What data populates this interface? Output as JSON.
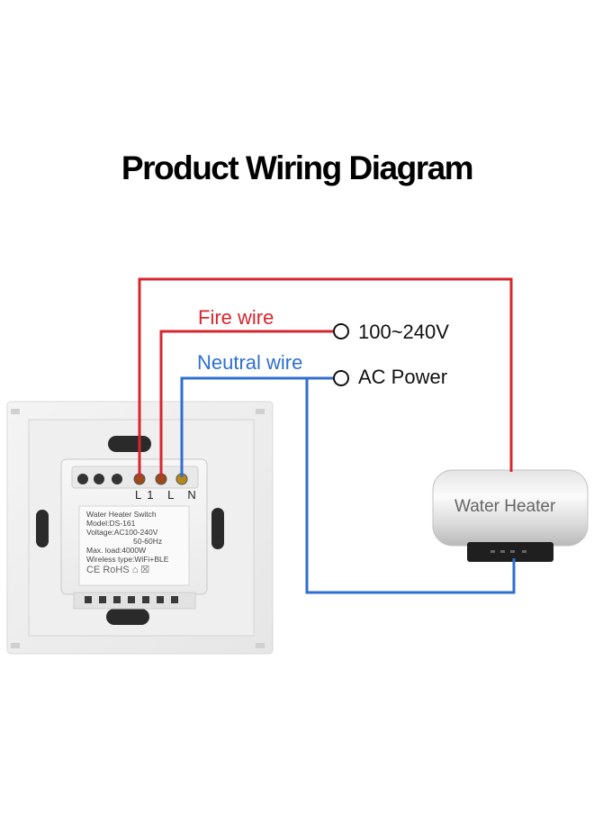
{
  "title": "Product Wiring Diagram",
  "wires": {
    "fire_label": "Fire wire",
    "neutral_label": "Neutral wire",
    "voltage_label": "100~240V",
    "ac_label": "AC Power",
    "colors": {
      "fire": "#d7262e",
      "neutral": "#2f6fcf"
    }
  },
  "switch": {
    "terminals": "L1 L N",
    "spec_lines": [
      "Water Heater Switch",
      "Model:DS-161",
      "Voltage:AC100-240V",
      "50-60Hz",
      "Max. load:4000W",
      "Wireless type:WiFi+BLE"
    ],
    "cert_marks": "CE RoHS ⌂ ☒"
  },
  "heater": {
    "label": "Water Heater"
  }
}
